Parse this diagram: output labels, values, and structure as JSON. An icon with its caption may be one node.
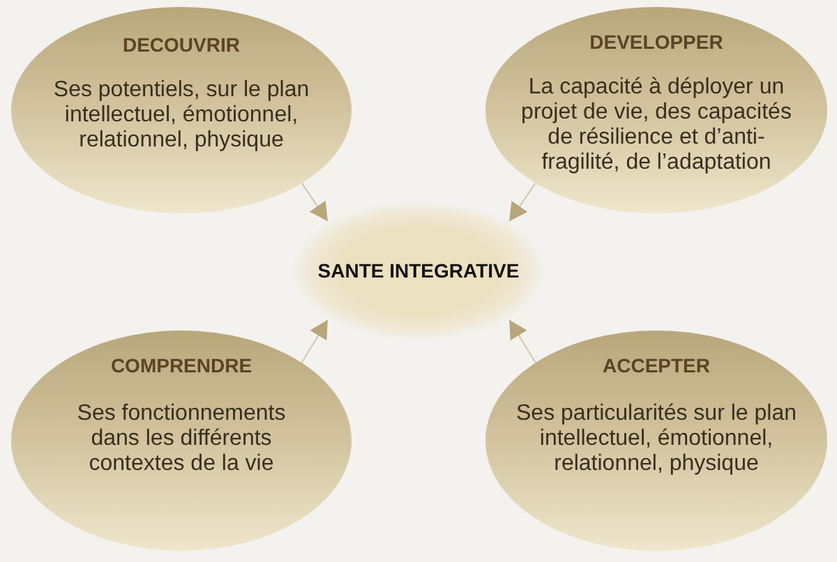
{
  "diagram": {
    "nodes": [
      {
        "text": [
          "DECOUVRIR",
          "Ses potentiels, sur le plan intellectuel, émotionnel, relationnel, physique"
        ]
      },
      {
        "text": [
          "DEVELOPPER",
          "La capacité à déployer un projet de vie, des capacités de résilience et d’anti-fragilité, de l’adaptation"
        ]
      },
      {
        "text": [
          "SANTE INTEGRATIVE"
        ]
      },
      {
        "text": [
          "COMPRENDRE",
          "Ses fonctionnements dans les différents contextes de la vie"
        ]
      },
      {
        "text": [
          "ACCEPTER",
          "Ses particularités sur le plan intellectuel, émotionnel, relationnel, physique"
        ]
      }
    ],
    "edges": [
      {
        "from": 0,
        "to": 2,
        "arrow": "to"
      },
      {
        "from": 1,
        "to": 2,
        "arrow": "to"
      },
      {
        "from": 3,
        "to": 2,
        "arrow": "to"
      },
      {
        "from": 4,
        "to": 2,
        "arrow": "to"
      }
    ]
  }
}
